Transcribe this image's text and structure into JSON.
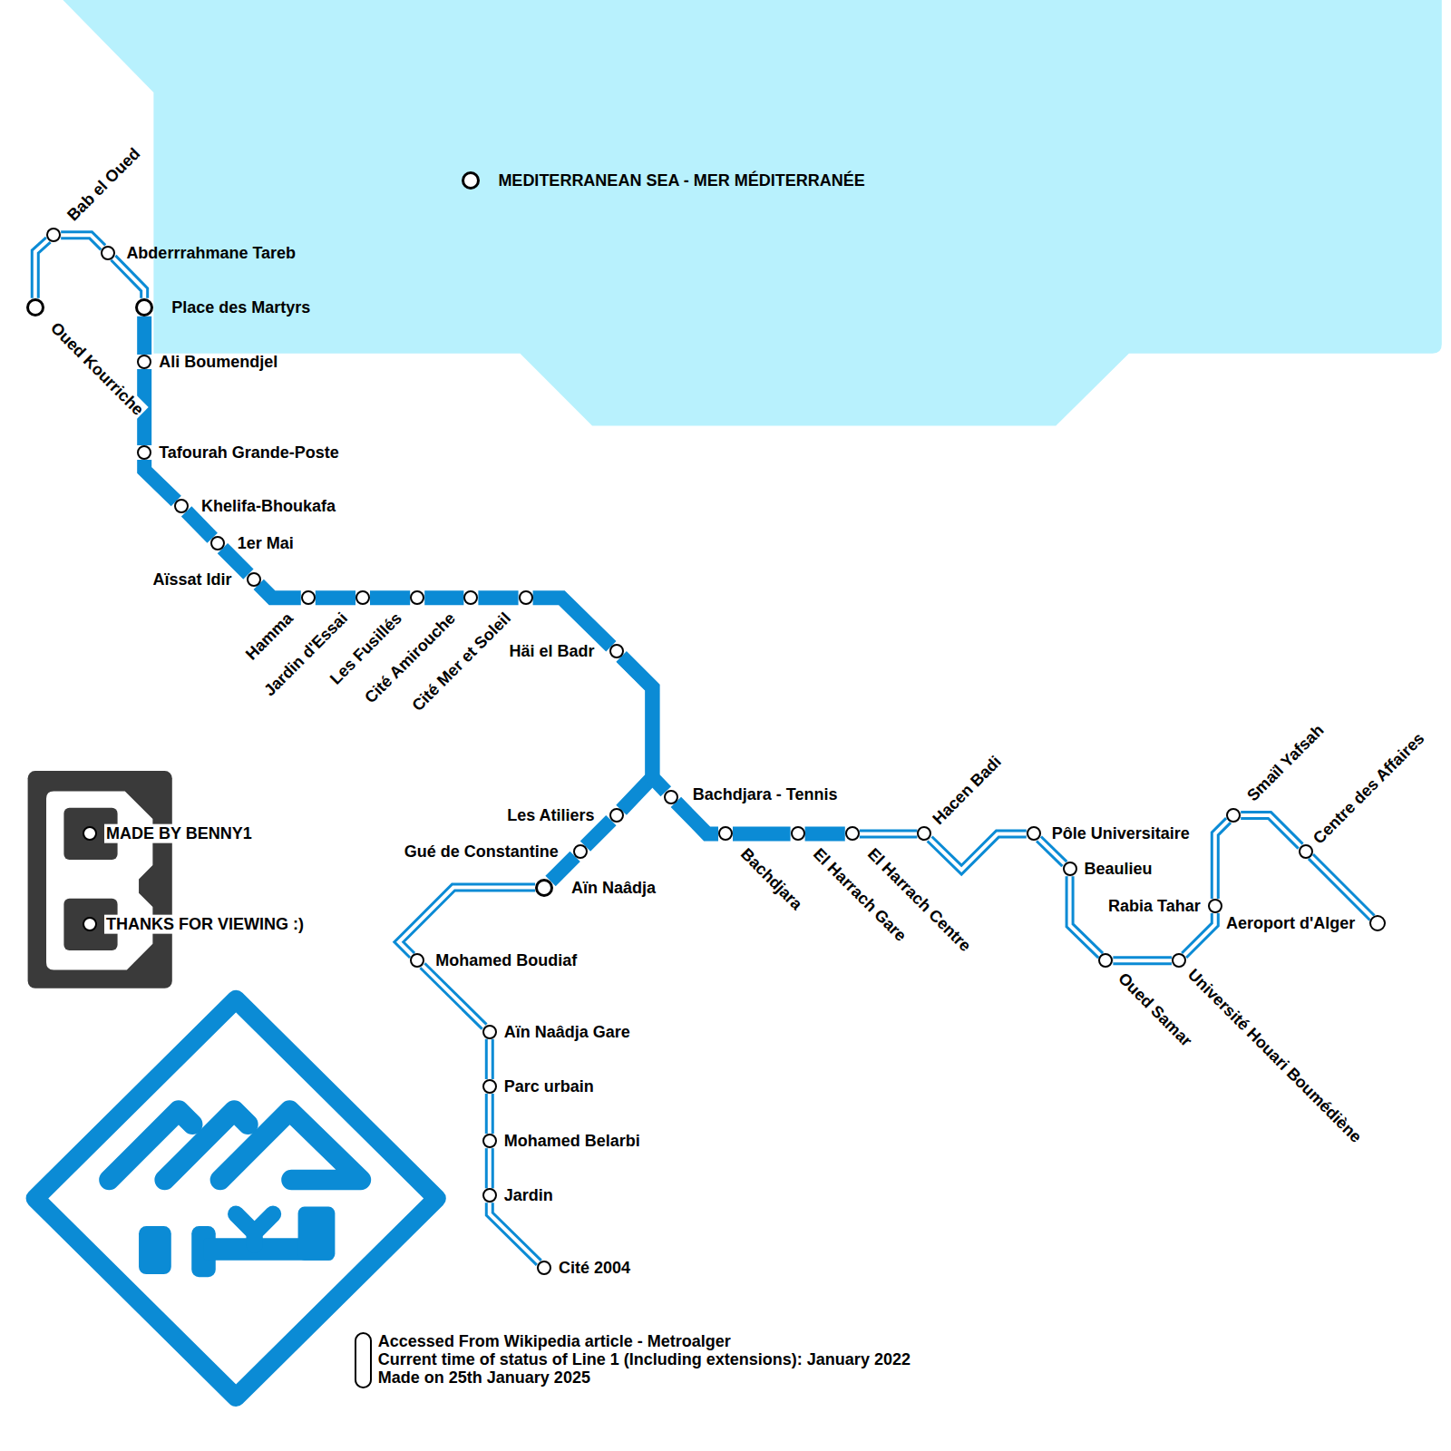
{
  "diagram": {
    "nodes": [
      {
        "text": [
          "Oued Kourriche"
        ]
      },
      {
        "text": [
          "Bab el Oued"
        ]
      },
      {
        "text": [
          "Abderrrahmane Tareb"
        ]
      },
      {
        "text": [
          "Place des Martyrs"
        ]
      },
      {
        "text": [
          "Ali Boumendjel"
        ]
      },
      {
        "text": [
          "Tafourah Grande-Poste"
        ]
      },
      {
        "text": [
          "Khelifa-Bhoukafa"
        ]
      },
      {
        "text": [
          "1er Mai"
        ]
      },
      {
        "text": [
          "Aïssat Idir"
        ]
      },
      {
        "text": [
          "Hamma"
        ]
      },
      {
        "text": [
          "Jardin d'Essai"
        ]
      },
      {
        "text": [
          "Les Fusillés"
        ]
      },
      {
        "text": [
          "Cité Amirouche"
        ]
      },
      {
        "text": [
          "Cité Mer et Soleil"
        ]
      },
      {
        "text": [
          "Häi el Badr"
        ]
      },
      {
        "text": [
          "Les Atiliers"
        ]
      },
      {
        "text": [
          "Gué de Constantine"
        ]
      },
      {
        "text": [
          "Aïn Naâdja"
        ]
      },
      {
        "text": [
          "Mohamed Boudiaf"
        ]
      },
      {
        "text": [
          "Aïn Naâdja Gare"
        ]
      },
      {
        "text": [
          "Parc urbain"
        ]
      },
      {
        "text": [
          "Mohamed Belarbi"
        ]
      },
      {
        "text": [
          "Jardin"
        ]
      },
      {
        "text": [
          "Cité 2004"
        ]
      },
      {
        "text": [
          "Bachdjara - Tennis"
        ]
      },
      {
        "text": [
          "Bachdjara"
        ]
      },
      {
        "text": [
          "El Harrach Gare"
        ]
      },
      {
        "text": [
          "El Harrach Centre"
        ]
      },
      {
        "text": [
          "Hacen Badi"
        ]
      },
      {
        "text": [
          "Pôle Universitaire"
        ]
      },
      {
        "text": [
          "Beaulieu"
        ]
      },
      {
        "text": [
          "Oued Samar"
        ]
      },
      {
        "text": [
          "Université Houari Boumédiène"
        ]
      },
      {
        "text": [
          "Rabia Tahar"
        ]
      },
      {
        "text": [
          "Smaïl Yafsah"
        ]
      },
      {
        "text": [
          "Centre des Affaires"
        ]
      },
      {
        "text": [
          "Aeroport d'Alger"
        ]
      },
      {
        "text": [
          "MEDITERRANEAN SEA - MER MÉDITERRANÉE"
        ]
      },
      {
        "text": [
          "MADE BY BENNY1"
        ]
      },
      {
        "text": [
          "THANKS FOR VIEWING :)"
        ]
      },
      {
        "text": [
          "Accessed From Wikipedia article - Metroalger",
          "Current time of status of Line 1 (Including extensions): January 2022",
          "Made on 25th January 2025"
        ]
      }
    ],
    "edges": [
      {
        "from": 0,
        "to": 1,
        "arrow": "none"
      },
      {
        "from": 1,
        "to": 2,
        "arrow": "none"
      },
      {
        "from": 2,
        "to": 3,
        "arrow": "none"
      },
      {
        "from": 3,
        "to": 4,
        "arrow": "none"
      },
      {
        "from": 4,
        "to": 5,
        "arrow": "none"
      },
      {
        "from": 5,
        "to": 6,
        "arrow": "none"
      },
      {
        "from": 6,
        "to": 7,
        "arrow": "none"
      },
      {
        "from": 7,
        "to": 8,
        "arrow": "none"
      },
      {
        "from": 8,
        "to": 9,
        "arrow": "none"
      },
      {
        "from": 9,
        "to": 10,
        "arrow": "none"
      },
      {
        "from": 10,
        "to": 11,
        "arrow": "none"
      },
      {
        "from": 11,
        "to": 12,
        "arrow": "none"
      },
      {
        "from": 12,
        "to": 13,
        "arrow": "none"
      },
      {
        "from": 13,
        "to": 14,
        "arrow": "none"
      },
      {
        "from": 14,
        "to": 15,
        "arrow": "none"
      },
      {
        "from": 15,
        "to": 16,
        "arrow": "none"
      },
      {
        "from": 16,
        "to": 17,
        "arrow": "none"
      },
      {
        "from": 17,
        "to": 18,
        "arrow": "none"
      },
      {
        "from": 18,
        "to": 19,
        "arrow": "none"
      },
      {
        "from": 19,
        "to": 20,
        "arrow": "none"
      },
      {
        "from": 20,
        "to": 21,
        "arrow": "none"
      },
      {
        "from": 21,
        "to": 22,
        "arrow": "none"
      },
      {
        "from": 22,
        "to": 23,
        "arrow": "none"
      },
      {
        "from": 14,
        "to": 24,
        "arrow": "none"
      },
      {
        "from": 24,
        "to": 25,
        "arrow": "none"
      },
      {
        "from": 25,
        "to": 26,
        "arrow": "none"
      },
      {
        "from": 26,
        "to": 27,
        "arrow": "none"
      },
      {
        "from": 27,
        "to": 28,
        "arrow": "none"
      },
      {
        "from": 28,
        "to": 29,
        "arrow": "none"
      },
      {
        "from": 29,
        "to": 30,
        "arrow": "none"
      },
      {
        "from": 30,
        "to": 31,
        "arrow": "none"
      },
      {
        "from": 31,
        "to": 32,
        "arrow": "none"
      },
      {
        "from": 32,
        "to": 33,
        "arrow": "none"
      },
      {
        "from": 33,
        "to": 34,
        "arrow": "none"
      },
      {
        "from": 34,
        "to": 35,
        "arrow": "none"
      },
      {
        "from": 35,
        "to": 36,
        "arrow": "none"
      }
    ]
  }
}
